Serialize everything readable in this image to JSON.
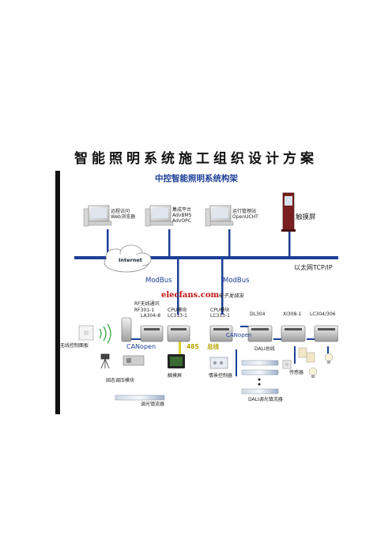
{
  "title": "智能照明系统施工组织设计方案",
  "diagram": {
    "header": "中控智能照明系统构架",
    "workstations": [
      {
        "line1": "远程访问",
        "line2": "Web浏览器",
        "line3": ""
      },
      {
        "line1": "集成平台",
        "line2": "AdvBMS",
        "line3": "AdvOPC"
      },
      {
        "line1": "运行管理站",
        "line2": "OpenUCHT",
        "line3": ""
      }
    ],
    "touchscreen_top": "触摸屏",
    "internet": "Internet",
    "ethernet": "以太网TCP/IP",
    "modbus": [
      "ModBus",
      "ModBus"
    ],
    "watermark": {
      "brand": "elecfans.com",
      "subtitle": "电子发烧友"
    },
    "rf_label": [
      "RF无线通讯",
      "RF301-1"
    ],
    "modules": [
      "LA304-8",
      "CPU模块",
      "LC313-1",
      "CPU模块",
      "LC313-1",
      "DL304",
      "XI308-1",
      "LC304/306"
    ],
    "canopen": [
      "CANopen",
      "CANopen"
    ],
    "bus485": [
      "485",
      "总线"
    ],
    "dali_bus": "DALI总线",
    "devices": {
      "wireless_panel": "无线控制面板",
      "solid_dimmer": "固态调压模块",
      "dimming_ballast": "调光镇流器",
      "touchscreen": "触摸屏",
      "scene_controller": "情景控制器",
      "sensor": "传感器",
      "dali_ballast": "DALI调光镇流器"
    }
  }
}
